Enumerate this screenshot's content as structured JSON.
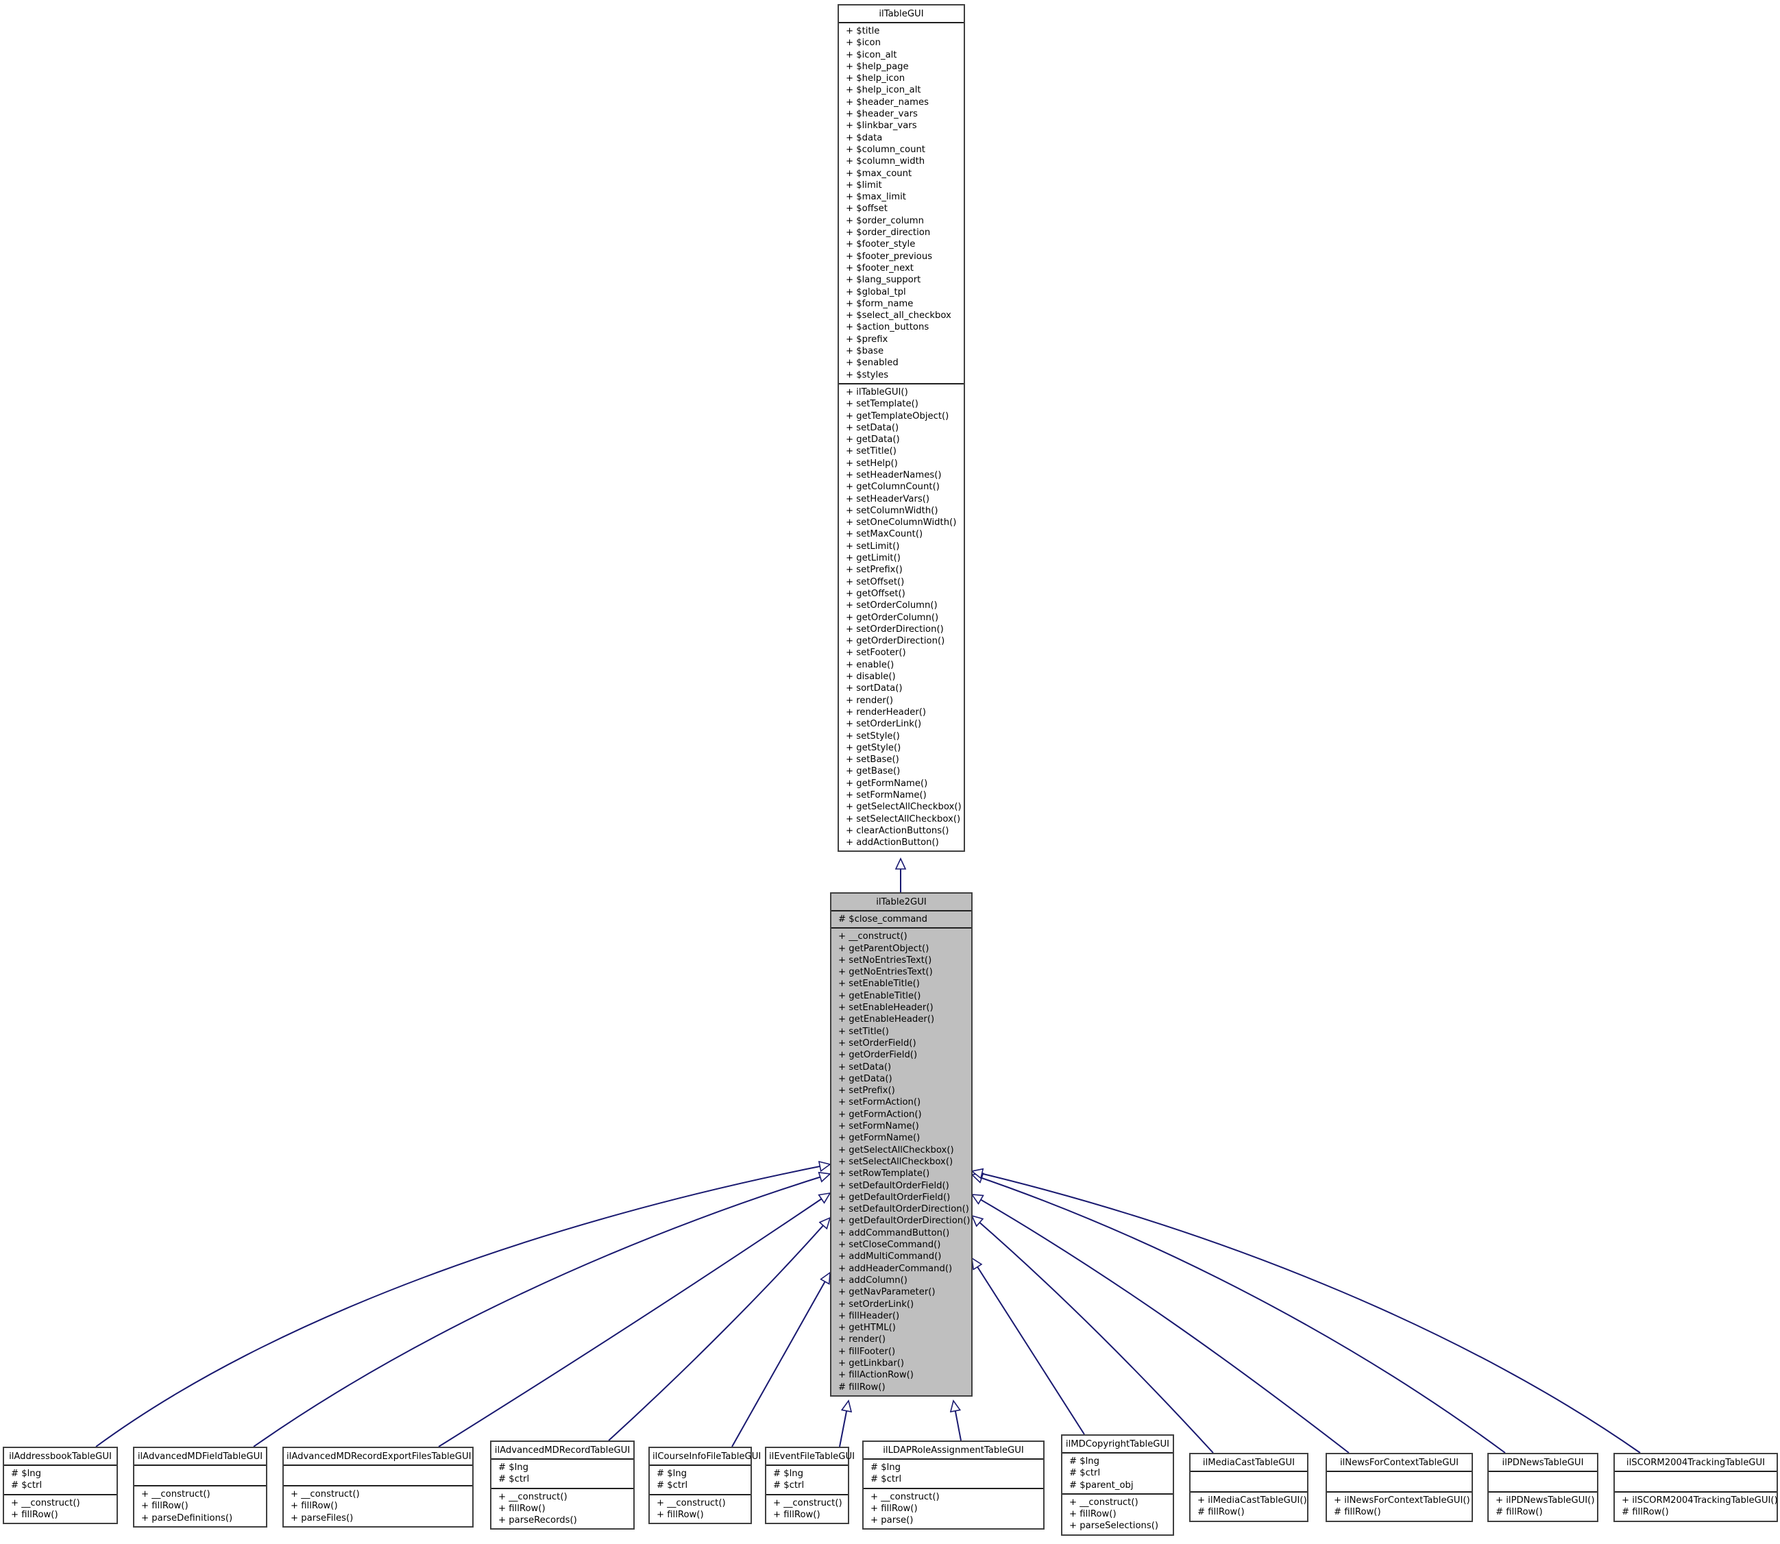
{
  "diagram": {
    "type": "uml-class-inheritance",
    "edge_color": "#191970",
    "highlight_fill": "#bfbfbf",
    "base": {
      "name": "ilTableGUI",
      "attributes": [
        "+ $title",
        "+ $icon",
        "+ $icon_alt",
        "+ $help_page",
        "+ $help_icon",
        "+ $help_icon_alt",
        "+ $header_names",
        "+ $header_vars",
        "+ $linkbar_vars",
        "+ $data",
        "+ $column_count",
        "+ $column_width",
        "+ $max_count",
        "+ $limit",
        "+ $max_limit",
        "+ $offset",
        "+ $order_column",
        "+ $order_direction",
        "+ $footer_style",
        "+ $footer_previous",
        "+ $footer_next",
        "+ $lang_support",
        "+ $global_tpl",
        "+ $form_name",
        "+ $select_all_checkbox",
        "+ $action_buttons",
        "+ $prefix",
        "+ $base",
        "+ $enabled",
        "+ $styles"
      ],
      "methods": [
        "+ ilTableGUI()",
        "+ setTemplate()",
        "+ getTemplateObject()",
        "+ setData()",
        "+ getData()",
        "+ setTitle()",
        "+ setHelp()",
        "+ setHeaderNames()",
        "+ getColumnCount()",
        "+ setHeaderVars()",
        "+ setColumnWidth()",
        "+ setOneColumnWidth()",
        "+ setMaxCount()",
        "+ setLimit()",
        "+ getLimit()",
        "+ setPrefix()",
        "+ setOffset()",
        "+ getOffset()",
        "+ setOrderColumn()",
        "+ getOrderColumn()",
        "+ setOrderDirection()",
        "+ getOrderDirection()",
        "+ setFooter()",
        "+ enable()",
        "+ disable()",
        "+ sortData()",
        "+ render()",
        "+ renderHeader()",
        "+ setOrderLink()",
        "+ setStyle()",
        "+ getStyle()",
        "+ setBase()",
        "+ getBase()",
        "+ getFormName()",
        "+ setFormName()",
        "+ getSelectAllCheckbox()",
        "+ setSelectAllCheckbox()",
        "+ clearActionButtons()",
        "+ addActionButton()"
      ]
    },
    "focus": {
      "name": "ilTable2GUI",
      "attributes": [
        "# $close_command"
      ],
      "methods": [
        "+ __construct()",
        "+ getParentObject()",
        "+ setNoEntriesText()",
        "+ getNoEntriesText()",
        "+ setEnableTitle()",
        "+ getEnableTitle()",
        "+ setEnableHeader()",
        "+ getEnableHeader()",
        "+ setTitle()",
        "+ setOrderField()",
        "+ getOrderField()",
        "+ setData()",
        "+ getData()",
        "+ setPrefix()",
        "+ setFormAction()",
        "+ getFormAction()",
        "+ setFormName()",
        "+ getFormName()",
        "+ getSelectAllCheckbox()",
        "+ setSelectAllCheckbox()",
        "+ setRowTemplate()",
        "+ setDefaultOrderField()",
        "+ getDefaultOrderField()",
        "+ setDefaultOrderDirection()",
        "+ getDefaultOrderDirection()",
        "+ addCommandButton()",
        "+ setCloseCommand()",
        "+ addMultiCommand()",
        "+ addHeaderCommand()",
        "+ addColumn()",
        "+ getNavParameter()",
        "+ setOrderLink()",
        "+ fillHeader()",
        "+ getHTML()",
        "+ render()",
        "+ fillFooter()",
        "+ getLinkbar()",
        "+ fillActionRow()",
        "# fillRow()"
      ]
    },
    "children": [
      {
        "name": "ilAddressbookTableGUI",
        "attributes": [
          "# $lng",
          "# $ctrl"
        ],
        "methods": [
          "+ __construct()",
          "+ fillRow()"
        ]
      },
      {
        "name": "ilAdvancedMDFieldTableGUI",
        "attributes": [],
        "methods": [
          "+ __construct()",
          "+ fillRow()",
          "+ parseDefinitions()"
        ]
      },
      {
        "name": "ilAdvancedMDRecordExportFilesTableGUI",
        "attributes": [],
        "methods": [
          "+ __construct()",
          "+ fillRow()",
          "+ parseFiles()"
        ]
      },
      {
        "name": "ilAdvancedMDRecordTableGUI",
        "attributes": [
          "# $lng",
          "# $ctrl"
        ],
        "methods": [
          "+ __construct()",
          "+ fillRow()",
          "+ parseRecords()"
        ]
      },
      {
        "name": "ilCourseInfoFileTableGUI",
        "attributes": [
          "# $lng",
          "# $ctrl"
        ],
        "methods": [
          "+ __construct()",
          "+ fillRow()"
        ]
      },
      {
        "name": "ilEventFileTableGUI",
        "attributes": [
          "# $lng",
          "# $ctrl"
        ],
        "methods": [
          "+ __construct()",
          "+ fillRow()"
        ]
      },
      {
        "name": "ilLDAPRoleAssignmentTableGUI",
        "attributes": [
          "# $lng",
          "# $ctrl"
        ],
        "methods": [
          "+ __construct()",
          "+ fillRow()",
          "+ parse()"
        ]
      },
      {
        "name": "ilMDCopyrightTableGUI",
        "attributes": [
          "# $lng",
          "# $ctrl",
          "# $parent_obj"
        ],
        "methods": [
          "+ __construct()",
          "+ fillRow()",
          "+ parseSelections()"
        ]
      },
      {
        "name": "ilMediaCastTableGUI",
        "attributes": [],
        "methods": [
          "+ ilMediaCastTableGUI()",
          "# fillRow()"
        ]
      },
      {
        "name": "ilNewsForContextTableGUI",
        "attributes": [],
        "methods": [
          "+ ilNewsForContextTableGUI()",
          "# fillRow()"
        ]
      },
      {
        "name": "ilPDNewsTableGUI",
        "attributes": [],
        "methods": [
          "+ ilPDNewsTableGUI()",
          "# fillRow()"
        ]
      },
      {
        "name": "ilSCORM2004TrackingTableGUI",
        "attributes": [],
        "methods": [
          "+ ilSCORM2004TrackingTableGUI()",
          "# fillRow()"
        ]
      }
    ]
  }
}
